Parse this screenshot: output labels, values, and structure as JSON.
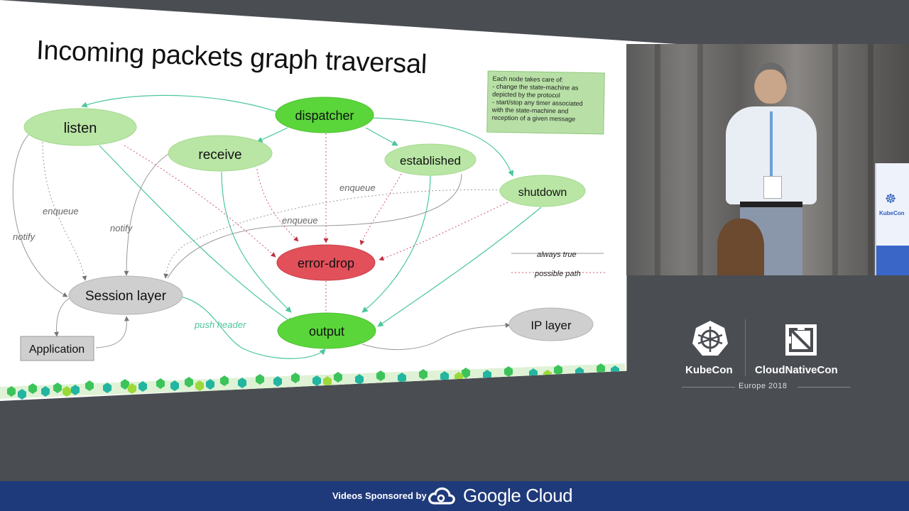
{
  "slide": {
    "title": "Incoming packets graph traversal",
    "note_lines": [
      "Each node takes care of:",
      "- change the state-machine as",
      "depicted by the protocol",
      "- start/stop any timer associated",
      "with the state-machine and",
      "reception of a given message"
    ],
    "nodes": {
      "dispatcher": "dispatcher",
      "listen": "listen",
      "receive": "receive",
      "established": "established",
      "shutdown": "shutdown",
      "error_drop": "error-drop",
      "session_layer": "Session layer",
      "output": "output",
      "ip_layer": "IP layer",
      "application": "Application"
    },
    "edge_labels": {
      "notify_left": "notify",
      "enqueue_left": "enqueue",
      "notify_mid": "notify",
      "enqueue_top": "enqueue",
      "enqueue_mid": "enqueue",
      "push_header": "push  header"
    },
    "legend": {
      "always_true": "always true",
      "possible_path": "possible path"
    },
    "colors": {
      "node_green": "#b9e6a5",
      "node_bright_green": "#5ad63a",
      "node_red": "#e2505a",
      "node_gray": "#cfcfcf",
      "edge_green": "#4cc79a",
      "edge_red": "#d05a6a",
      "edge_gray": "#999999"
    }
  },
  "event": {
    "kubecon": "KubeCon",
    "cloudnativecon": "CloudNativeCon",
    "edition": "Europe 2018",
    "banner_text": "KubeCon"
  },
  "sponsor": {
    "prefix": "Videos Sponsored by",
    "brand": "Google Cloud"
  }
}
